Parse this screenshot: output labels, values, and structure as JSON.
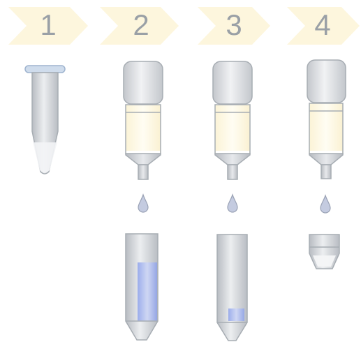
{
  "steps": [
    {
      "label": "1"
    },
    {
      "label": "2"
    },
    {
      "label": "3"
    },
    {
      "label": "4"
    }
  ],
  "colors": {
    "chevron_fill": "#fdf6dd",
    "tube_gray": "#c9ccd0",
    "cap_gray": "#d7d9dc",
    "outline": "#a7adb3",
    "resin": "#fffbe9",
    "liquid_blue": "#aab9f0",
    "drop_blue": "#b9c3d9",
    "cap_ring_blue": "#b9cde6"
  }
}
